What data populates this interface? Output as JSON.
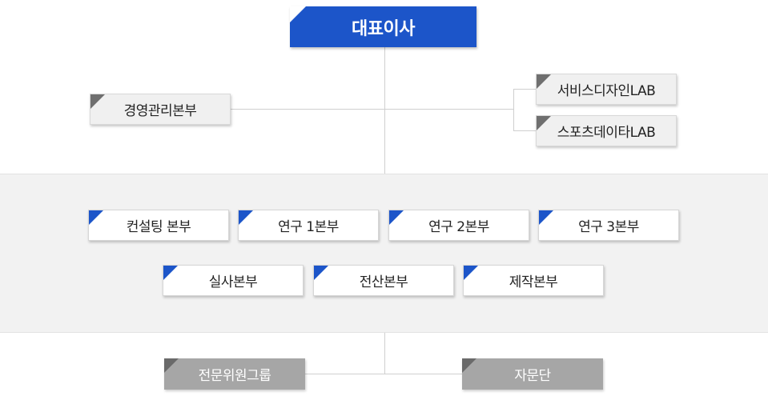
{
  "ceo": {
    "label": "대표이사"
  },
  "management": {
    "label": "경영관리본부"
  },
  "labs": [
    {
      "label": "서비스디자인LAB"
    },
    {
      "label": "스포츠데이타LAB"
    }
  ],
  "divisions_row1": [
    {
      "label": "컨설팅 본부"
    },
    {
      "label": "연구 1본부"
    },
    {
      "label": "연구 2본부"
    },
    {
      "label": "연구 3본부"
    }
  ],
  "divisions_row2": [
    {
      "label": "실사본부"
    },
    {
      "label": "전산본부"
    },
    {
      "label": "제작본부"
    }
  ],
  "advisory": [
    {
      "label": "전문위원그룹"
    },
    {
      "label": "자문단"
    }
  ],
  "colors": {
    "accent_blue": "#1c55c9",
    "panel_gray": "#f2f2f2",
    "advisory_gray": "#a6a6a6",
    "connector": "#cfcfcf"
  }
}
